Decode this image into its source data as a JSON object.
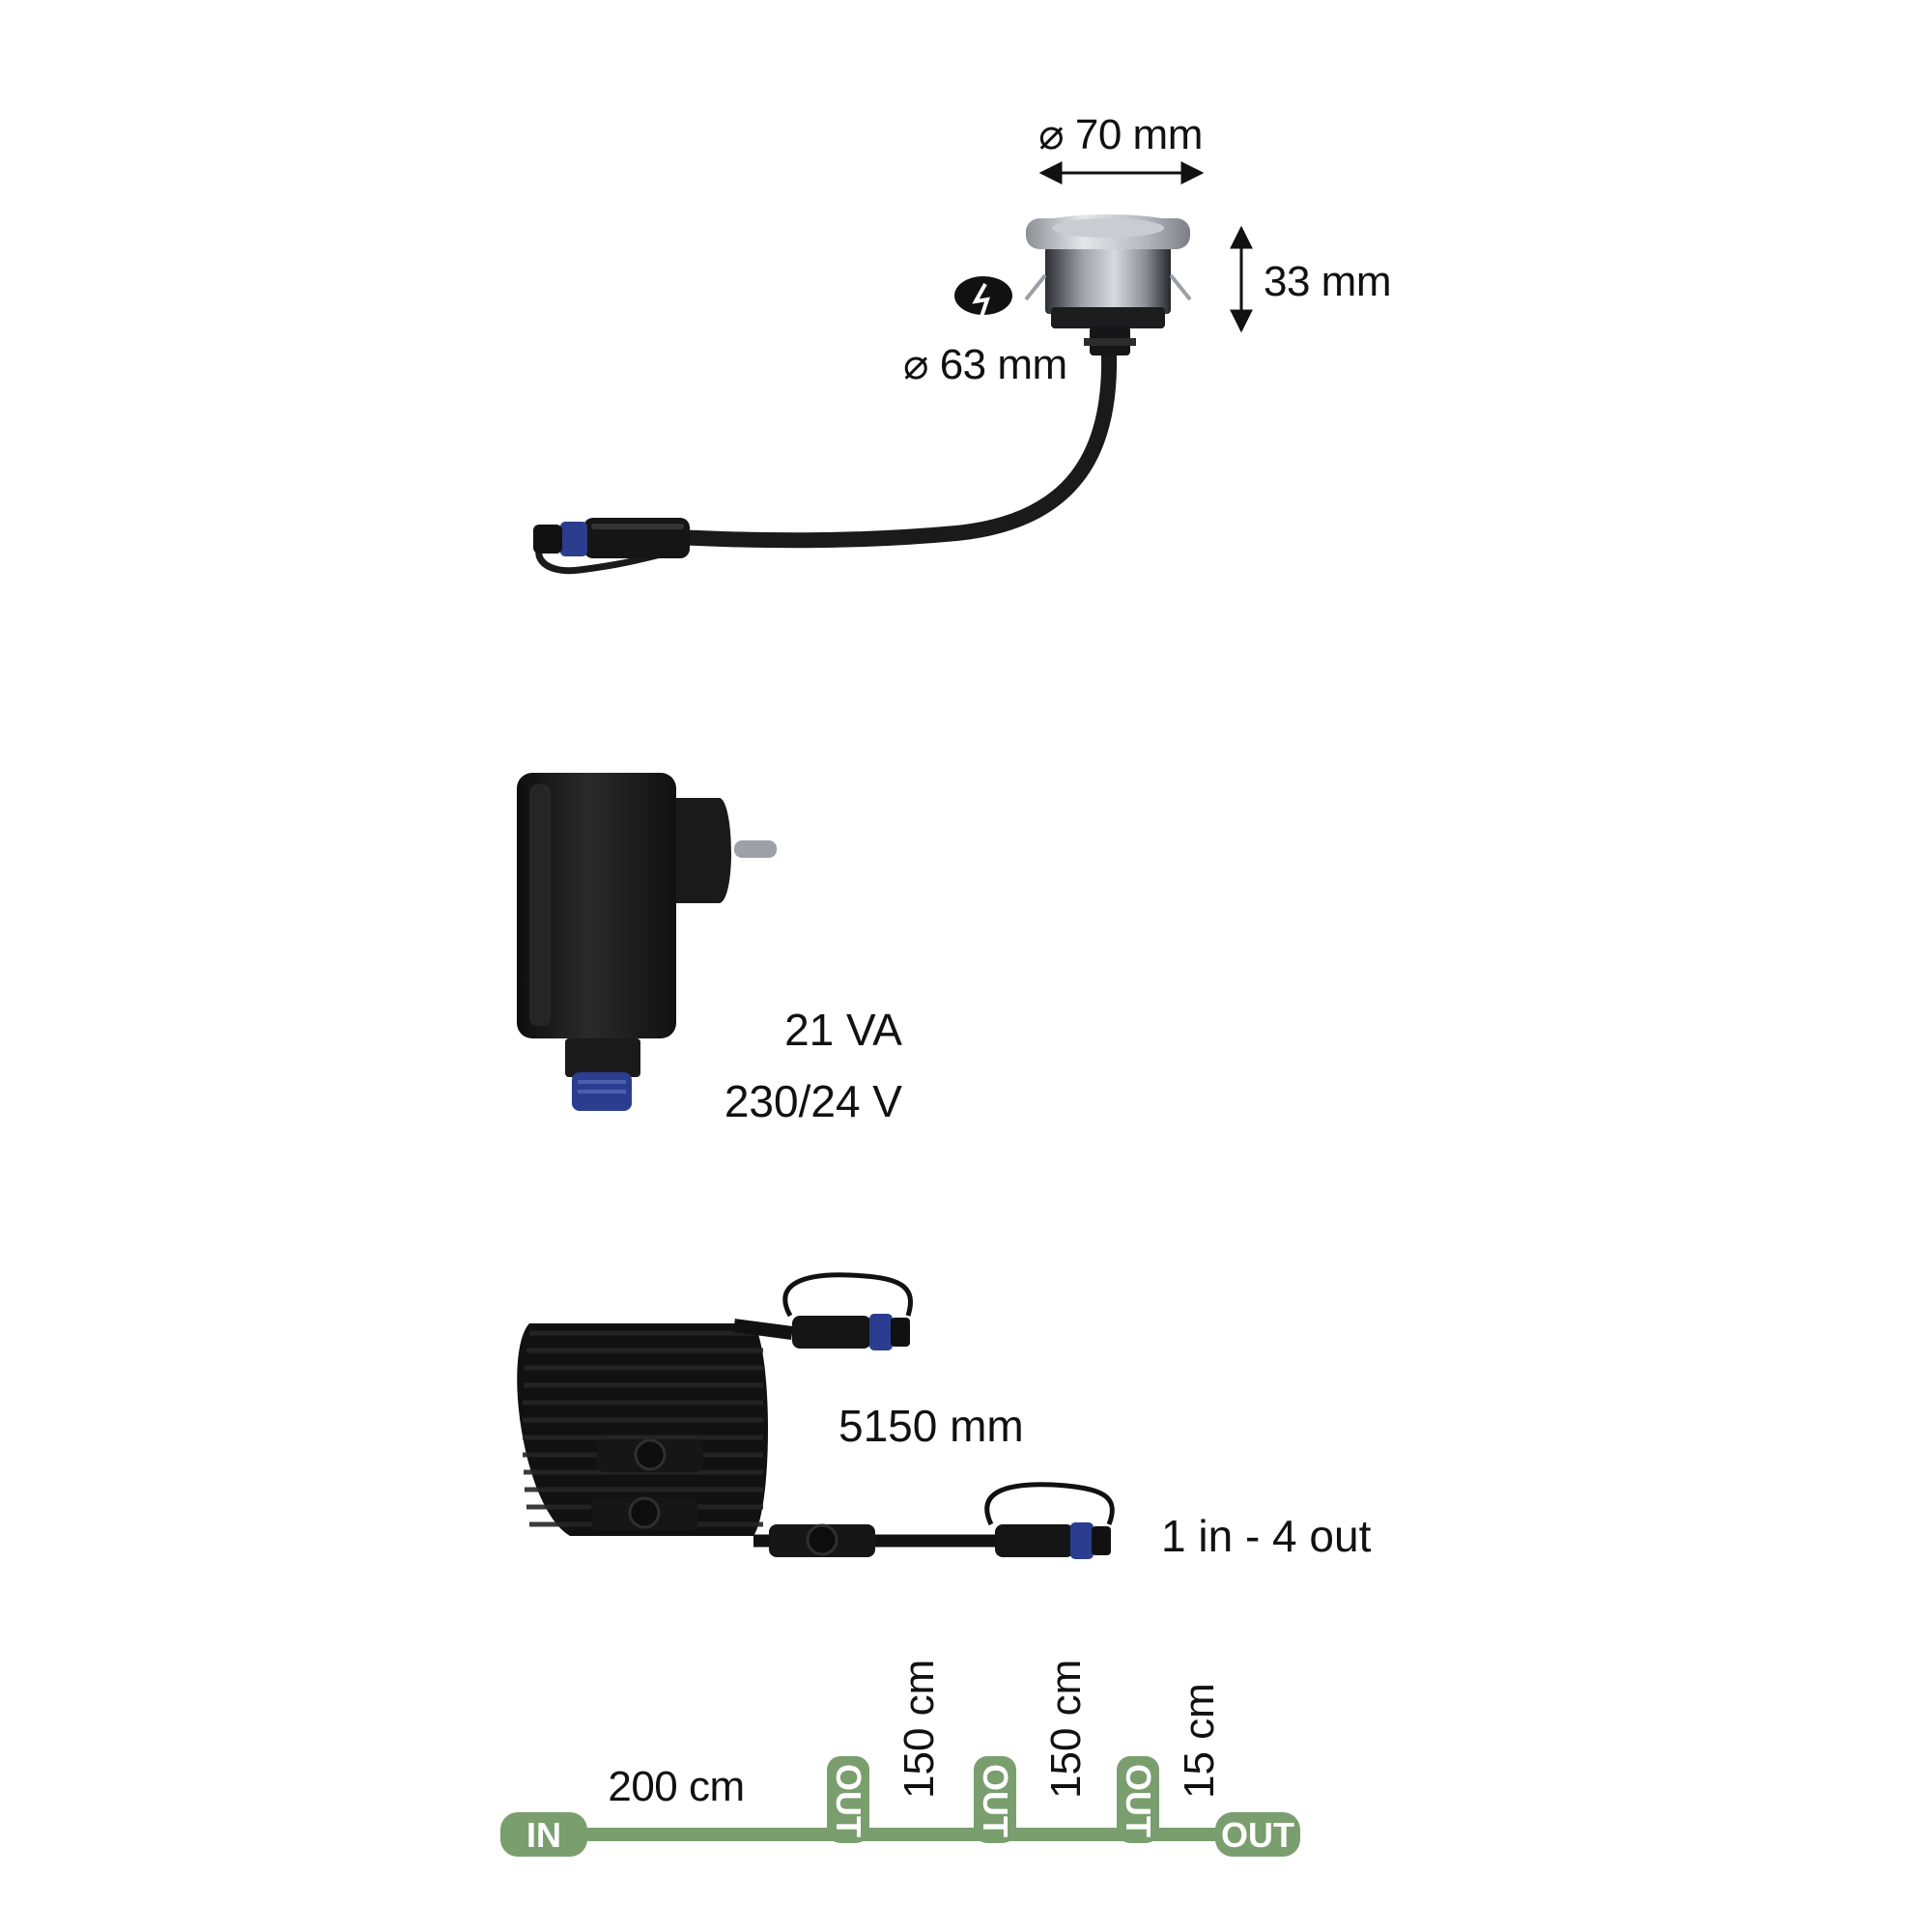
{
  "luminaire": {
    "diameter_top": "⌀ 70 mm",
    "height": "33 mm",
    "cutout_diameter": "⌀ 63 mm"
  },
  "transformer": {
    "power": "21 VA",
    "voltage": "230/24 V"
  },
  "cable": {
    "length": "5150 mm",
    "ports": "1 in - 4 out"
  },
  "wiring_diagram": {
    "in_label": "IN",
    "out_label": "OUT",
    "segment_1": "200 cm",
    "segment_2": "150 cm",
    "segment_3": "150 cm",
    "segment_4": "15 cm",
    "tap_labels": [
      "OUT",
      "OUT",
      "OUT"
    ]
  },
  "colors": {
    "diagram_green": "#7a9e6e",
    "product_black": "#1b1b1b",
    "connector_blue": "#2a3d8f"
  }
}
